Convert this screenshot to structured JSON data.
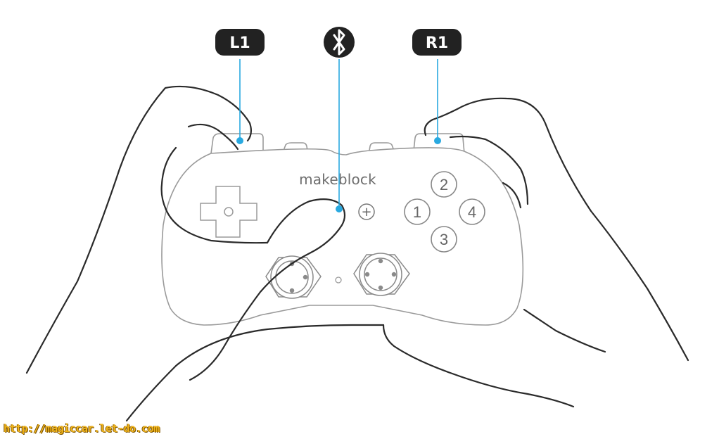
{
  "labels": {
    "l1": "L1",
    "r1": "R1",
    "bluetooth_icon": "bluetooth-icon"
  },
  "controller": {
    "brand": "makeblock",
    "plus": "+",
    "buttons": [
      "1",
      "2",
      "3",
      "4"
    ]
  },
  "watermark": "http://magiccar.let-do.com",
  "colors": {
    "callout_line": "#29a9e0",
    "label_bg": "#222222",
    "outline": "#2a2a2a",
    "controller_gray": "#999999",
    "watermark": "#f2b51a"
  }
}
